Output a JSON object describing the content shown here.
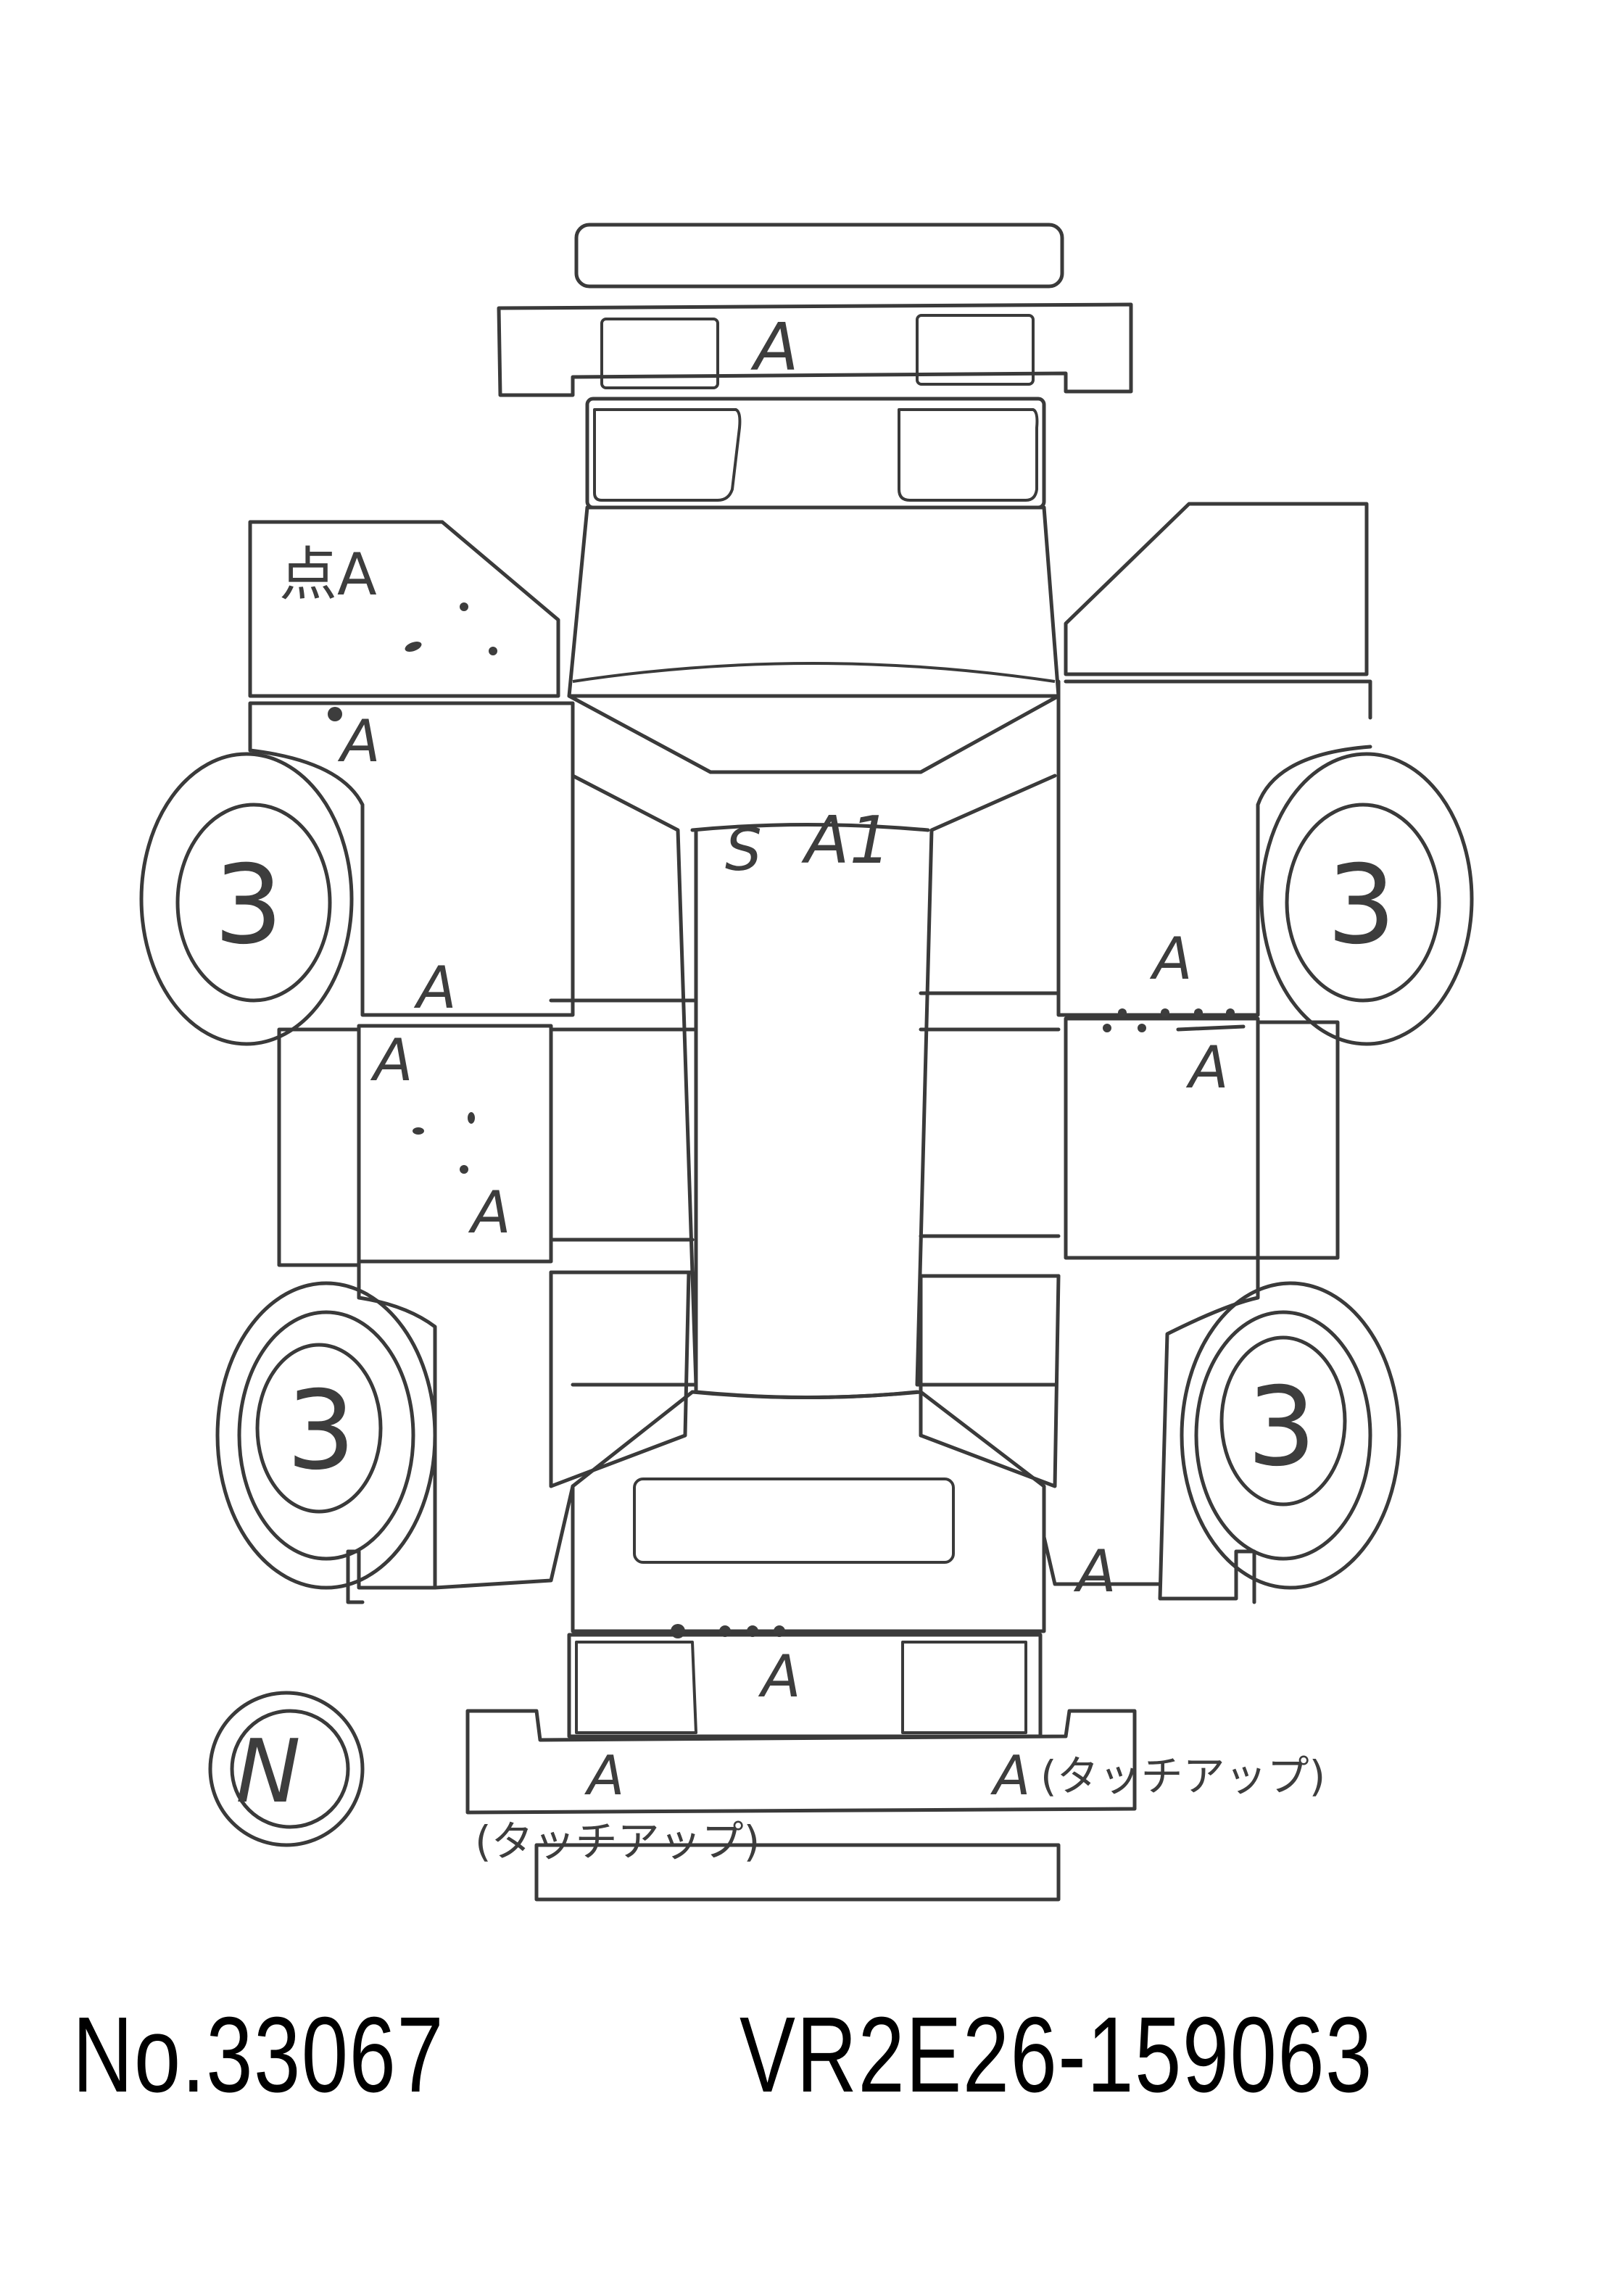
{
  "sheet": {
    "type": "vehicle auction inspection diagram (top-down unfolded body)",
    "stroke_color": "#3a3a3a",
    "ink_color": "#3d3d3d"
  },
  "annotations": {
    "front_bumper": "A",
    "left_front_fender": "点A",
    "left_front_fender_lower": "A",
    "roof_windshield": "S",
    "roof_grade": "A1",
    "left_front_door": "A",
    "left_front_door_lower": "A",
    "left_rear_door": "A",
    "right_front_door": "A",
    "right_front_door_lower": "A",
    "right_rear_quarter": "A",
    "rear_gate": "A",
    "rear_bumper_left": "A",
    "rear_bumper_left_note": "(タッチアップ)",
    "rear_bumper_right": "A",
    "rear_bumper_right_note": "(タッチアップ)"
  },
  "wheels": {
    "front_left": "3",
    "front_right": "3",
    "rear_left": "3",
    "rear_right": "3"
  },
  "spare_tire": "N",
  "footer": {
    "number": "No.33067",
    "chassis": "VR2E26-159063"
  }
}
